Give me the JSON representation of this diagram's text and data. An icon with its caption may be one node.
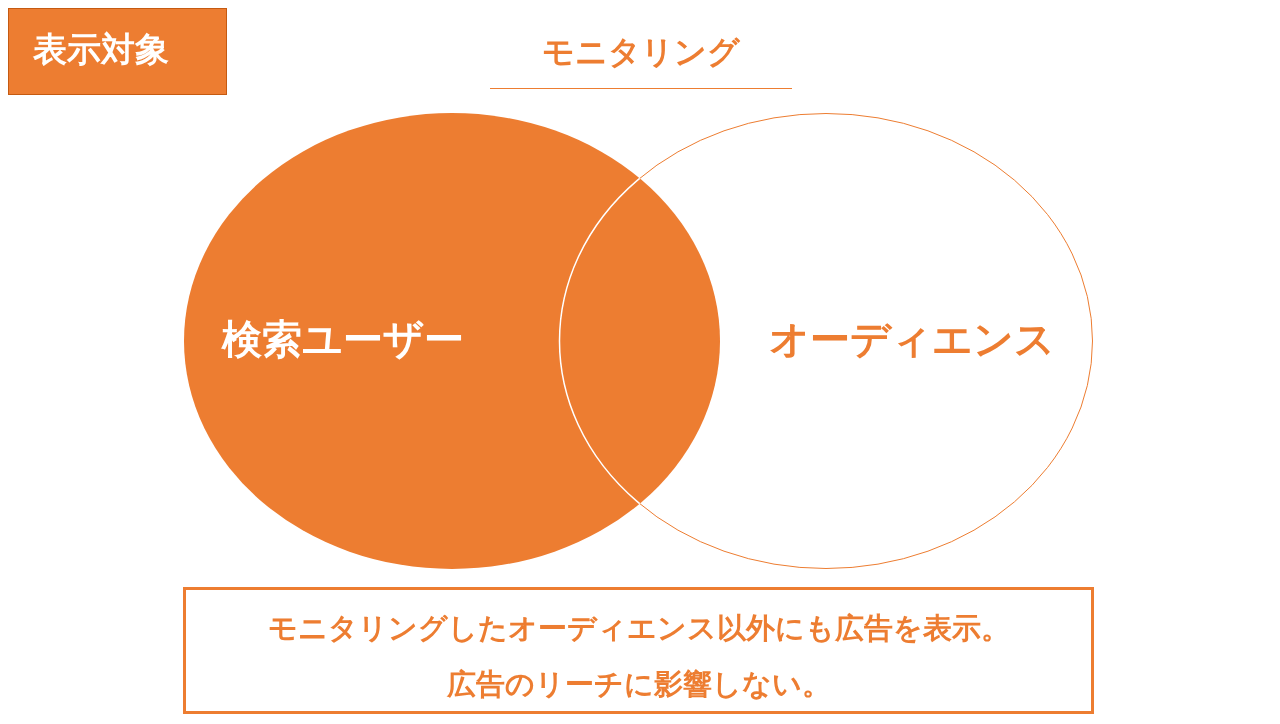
{
  "diagram": {
    "title": "モニタリング",
    "nodes": [
      {
        "text": [
          "表示対象"
        ]
      },
      {
        "text": [
          "検索ユーザー"
        ]
      },
      {
        "text": [
          "オーディエンス"
        ]
      },
      {
        "text": [
          "モニタリングしたオーディエンス以外にも広告を表示。",
          "広告のリーチに影響しない。"
        ]
      }
    ]
  }
}
